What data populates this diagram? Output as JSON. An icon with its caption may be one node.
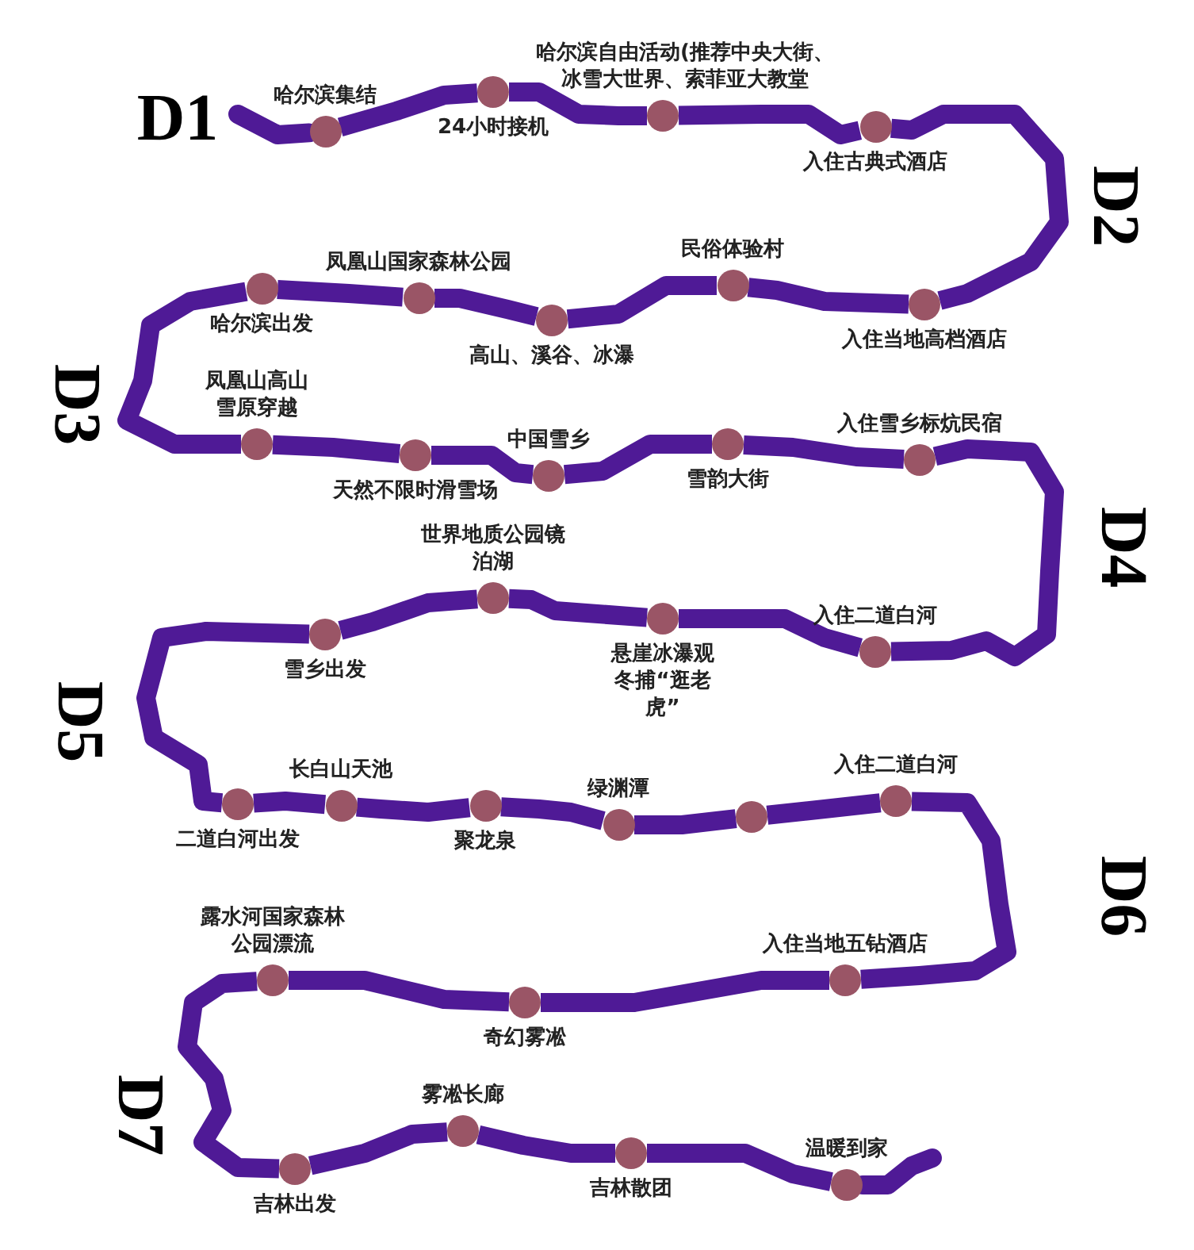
{
  "diagram": {
    "nodes": [
      {
        "text": [
          "哈尔滨集结"
        ]
      },
      {
        "text": [
          "24小时接机"
        ]
      },
      {
        "text": [
          "哈尔滨自由活动(推荐中央大街、冰雪大世界、索菲亚大教堂"
        ]
      },
      {
        "text": [
          "入住古典式酒店"
        ]
      },
      {
        "text": [
          "入住当地高档酒店"
        ]
      },
      {
        "text": [
          "民俗体验村"
        ]
      },
      {
        "text": [
          "高山、溪谷、冰瀑"
        ]
      },
      {
        "text": [
          "凤凰山国家森林公园"
        ]
      },
      {
        "text": [
          "哈尔滨出发"
        ]
      },
      {
        "text": [
          "凤凰山高山雪原穿越"
        ]
      },
      {
        "text": [
          "天然不限时滑雪场"
        ]
      },
      {
        "text": [
          "中国雪乡"
        ]
      },
      {
        "text": [
          "雪韵大街"
        ]
      },
      {
        "text": [
          "入住雪乡标炕民宿"
        ]
      },
      {
        "text": [
          "入住二道白河"
        ]
      },
      {
        "text": [
          "悬崖冰瀑观冬捕“逛老虎”"
        ]
      },
      {
        "text": [
          "世界地质公园镜泊湖"
        ]
      },
      {
        "text": [
          "雪乡出发"
        ]
      },
      {
        "text": [
          "二道白河出发"
        ]
      },
      {
        "text": [
          "长白山天池"
        ]
      },
      {
        "text": [
          "聚龙泉"
        ]
      },
      {
        "text": [
          "绿渊潭"
        ]
      },
      {
        "text": [],
        "shape": "circle"
      },
      {
        "text": [
          "入住二道白河"
        ]
      },
      {
        "text": [
          "入住当地五钻酒店"
        ]
      },
      {
        "text": [
          "奇幻雾凇"
        ]
      },
      {
        "text": [
          "露水河国家森林公园漂流"
        ]
      },
      {
        "text": [
          "吉林出发"
        ]
      },
      {
        "text": [
          "雾凇长廊"
        ]
      },
      {
        "text": [
          "吉林散团"
        ]
      },
      {
        "text": [
          "温暖到家"
        ]
      }
    ],
    "edges": [
      {
        "from": null,
        "to": 0,
        "arrow": "none"
      },
      {
        "from": 0,
        "to": 1,
        "arrow": "none"
      },
      {
        "from": 1,
        "to": 2,
        "arrow": "none"
      },
      {
        "from": 2,
        "to": 3,
        "arrow": "none"
      },
      {
        "from": 3,
        "to": 4,
        "arrow": "none"
      },
      {
        "from": 4,
        "to": 5,
        "arrow": "none"
      },
      {
        "from": 5,
        "to": 6,
        "arrow": "none"
      },
      {
        "from": 6,
        "to": 7,
        "arrow": "none"
      },
      {
        "from": 7,
        "to": 8,
        "arrow": "none"
      },
      {
        "from": 8,
        "to": 9,
        "arrow": "none"
      },
      {
        "from": 9,
        "to": 10,
        "arrow": "none"
      },
      {
        "from": 10,
        "to": 11,
        "arrow": "none"
      },
      {
        "from": 11,
        "to": 12,
        "arrow": "none"
      },
      {
        "from": 12,
        "to": 13,
        "arrow": "none"
      },
      {
        "from": 13,
        "to": 14,
        "arrow": "none"
      },
      {
        "from": 14,
        "to": 15,
        "arrow": "none"
      },
      {
        "from": 15,
        "to": 16,
        "arrow": "none"
      },
      {
        "from": 16,
        "to": 17,
        "arrow": "none"
      },
      {
        "from": 17,
        "to": 18,
        "arrow": "none"
      },
      {
        "from": 18,
        "to": 19,
        "arrow": "none"
      },
      {
        "from": 19,
        "to": 20,
        "arrow": "none"
      },
      {
        "from": 20,
        "to": 21,
        "arrow": "none"
      },
      {
        "from": 21,
        "to": 22,
        "arrow": "none"
      },
      {
        "from": 22,
        "to": 23,
        "arrow": "none"
      },
      {
        "from": 23,
        "to": 24,
        "arrow": "none"
      },
      {
        "from": 24,
        "to": 25,
        "arrow": "none"
      },
      {
        "from": 25,
        "to": 26,
        "arrow": "none"
      },
      {
        "from": 26,
        "to": 27,
        "arrow": "none"
      },
      {
        "from": 27,
        "to": 28,
        "arrow": "none"
      },
      {
        "from": 28,
        "to": 29,
        "arrow": "none"
      },
      {
        "from": 29,
        "to": 30,
        "arrow": "none"
      },
      {
        "from": 30,
        "to": null,
        "arrow": "none"
      }
    ],
    "labels": [
      "D1",
      "D2",
      "D3",
      "D4",
      "D5",
      "D6",
      "D7"
    ]
  }
}
